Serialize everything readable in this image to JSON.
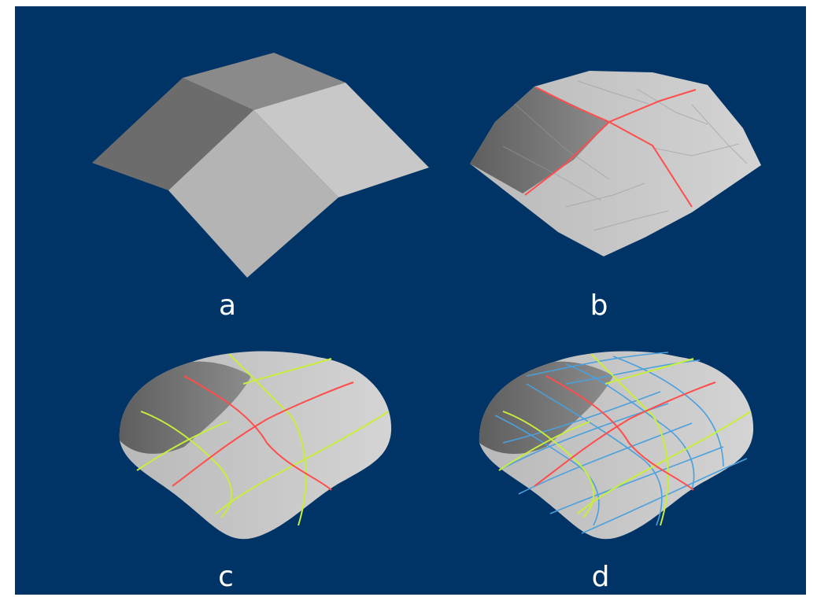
{
  "colors": {
    "background": "#003366",
    "level1_edges": "#ff4d4d",
    "level2_edges": "#c8ee3c",
    "level3_edges": "#4aa0dc",
    "label_text": "#ffffff"
  },
  "panels": [
    {
      "id": "a",
      "label": "a",
      "subdivision_level": 0
    },
    {
      "id": "b",
      "label": "b",
      "subdivision_level": 1
    },
    {
      "id": "c",
      "label": "c",
      "subdivision_level": 2
    },
    {
      "id": "d",
      "label": "d",
      "subdivision_level": 3
    }
  ]
}
